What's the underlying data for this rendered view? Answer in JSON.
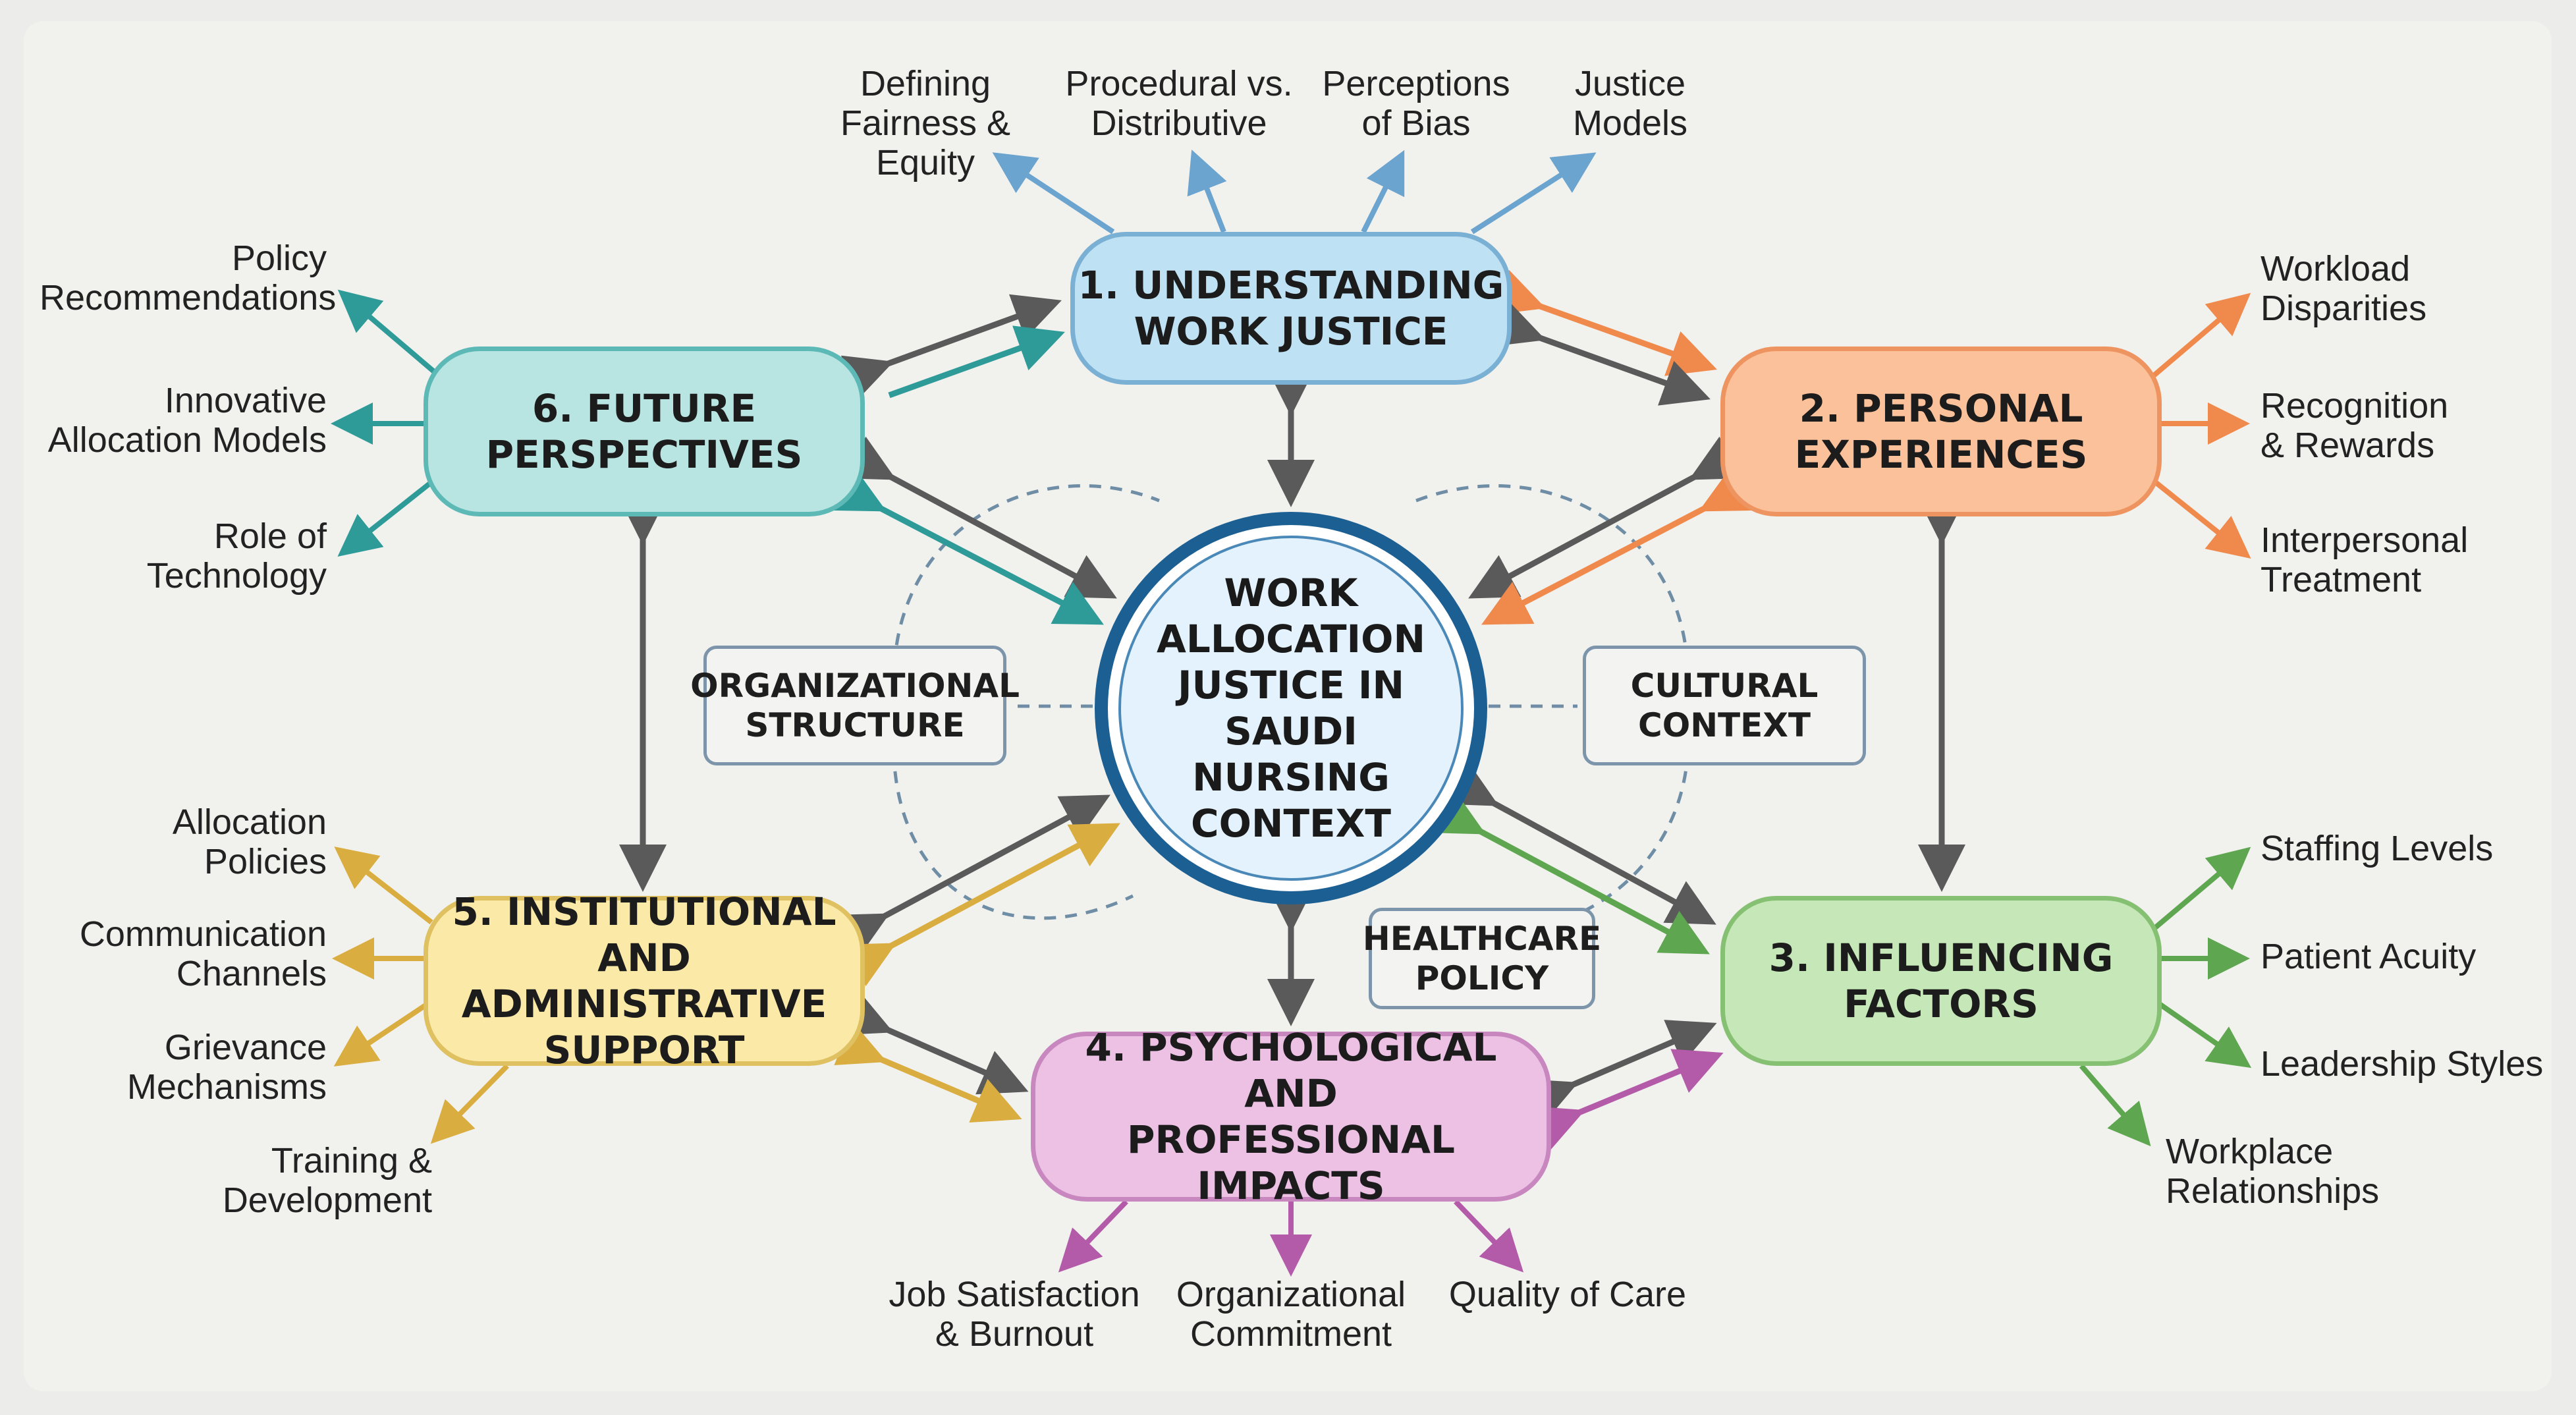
{
  "center": {
    "label": "WORK\nALLOCATION\nJUSTICE IN SAUDI\nNURSING\nCONTEXT"
  },
  "themes": [
    {
      "id": "n1",
      "label": "1. UNDERSTANDING\nWORK JUSTICE",
      "color": "#7ab0d4",
      "arrow_color": "#6aa4cf",
      "subtopics": [
        "Defining\nFairness & Equity",
        "Procedural vs.\nDistributive",
        "Perceptions\nof Bias",
        "Justice\nModels"
      ]
    },
    {
      "id": "n2",
      "label": "2. PERSONAL\nEXPERIENCES",
      "color": "#ee9460",
      "arrow_color": "#ef8a4c",
      "subtopics": [
        "Workload\nDisparities",
        "Recognition\n& Rewards",
        "Interpersonal\nTreatment"
      ]
    },
    {
      "id": "n3",
      "label": "3. INFLUENCING\nFACTORS",
      "color": "#86c072",
      "arrow_color": "#5fa650",
      "subtopics": [
        "Staffing Levels",
        "Patient Acuity",
        "Leadership Styles",
        "Workplace\nRelationships"
      ]
    },
    {
      "id": "n4",
      "label": "4. PSYCHOLOGICAL AND\nPROFESSIONAL IMPACTS",
      "color": "#c987c0",
      "arrow_color": "#b35aa8",
      "subtopics": [
        "Job Satisfaction\n& Burnout",
        "Organizational\nCommitment",
        "Quality of Care"
      ]
    },
    {
      "id": "n5",
      "label": "5. INSTITUTIONAL\nAND ADMINISTRATIVE\nSUPPORT",
      "color": "#dfc161",
      "arrow_color": "#d9ad3f",
      "subtopics": [
        "Allocation\nPolicies",
        "Communication\nChannels",
        "Grievance\nMechanisms",
        "Training &\nDevelopment"
      ]
    },
    {
      "id": "n6",
      "label": "6. FUTURE\nPERSPECTIVES",
      "color": "#5cb9b6",
      "arrow_color": "#2f9b98",
      "subtopics": [
        "Policy\nRecommendations",
        "Innovative\nAllocation Models",
        "Role of\nTechnology"
      ]
    }
  ],
  "contexts": {
    "org": "ORGANIZATIONAL\nSTRUCTURE",
    "culture": "CULTURAL\nCONTEXT",
    "healthcare": "HEALTHCARE\nPOLICY"
  },
  "colors": {
    "neutral_arrow": "#5a5a5a",
    "dashed_ring": "#6f8ea6",
    "center_ring": "#1c5f93"
  }
}
